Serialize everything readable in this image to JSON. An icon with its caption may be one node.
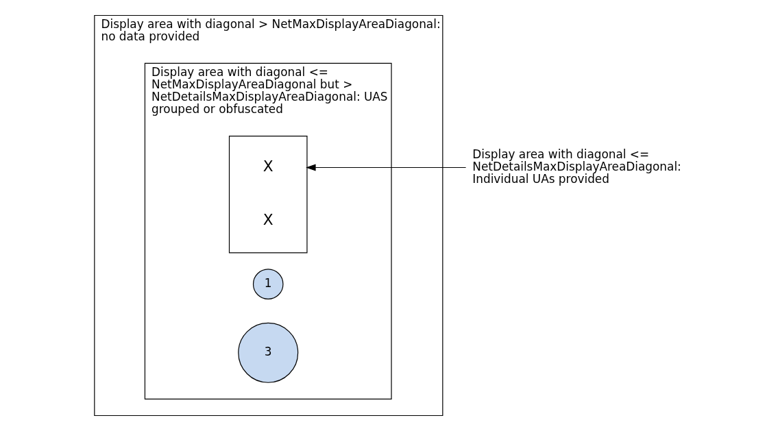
{
  "diagram": {
    "nodes": [
      {
        "text": [
          "Display area with diagonal > NetMaxDisplayAreaDiagonal: no data provided"
        ]
      },
      {
        "text": [
          "Display area with diagonal <= NetMaxDisplayAreaDiagonal but > NetDetailsMaxDisplayAreaDiagonal: UAS grouped or obfuscated"
        ],
        "in": 0
      },
      {
        "text": [
          "1"
        ],
        "in": 1
      },
      {
        "text": [],
        "shape": "box",
        "in": 1
      },
      {
        "text": [
          "3"
        ],
        "in": 1
      },
      {
        "text": [
          "Display area with diagonal <= NetDetailsMaxDisplayAreaDiagonal: Individual UAs provided"
        ]
      }
    ],
    "edges": [
      {
        "from": 5,
        "to": 3,
        "arrow": "to"
      }
    ],
    "labels": [
      "X",
      "X"
    ]
  }
}
